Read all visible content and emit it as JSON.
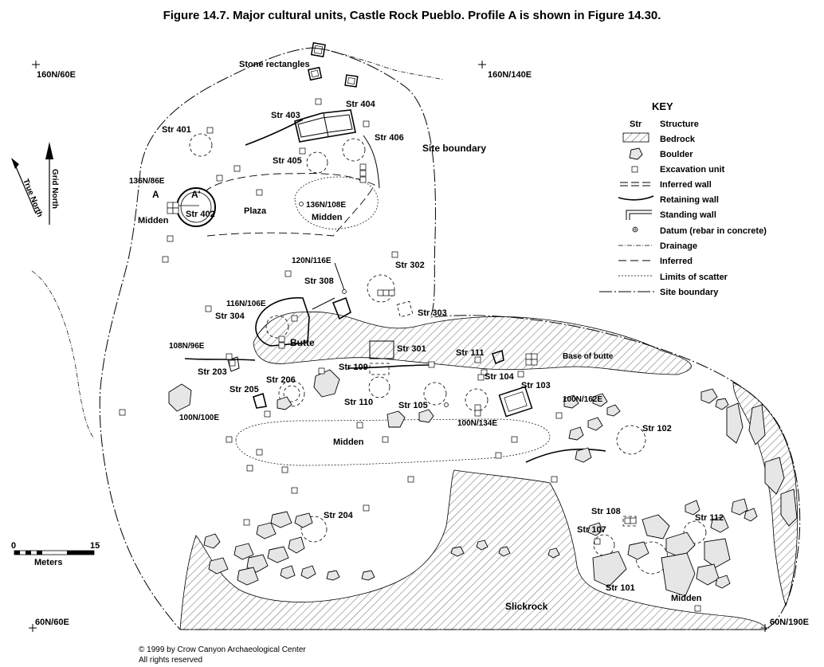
{
  "title": "Figure 14.7.  Major cultural units, Castle Rock Pueblo.  Profile A is shown in Figure 14.30.",
  "corners": {
    "nw": "160N/60E",
    "ne": "160N/140E",
    "sw": "60N/60E",
    "se": "60N/190E"
  },
  "north_arrows": {
    "true_north": "True North",
    "grid_north": "Grid North"
  },
  "scale_bar": {
    "start": "0",
    "end": "15",
    "unit": "Meters"
  },
  "key": {
    "heading": "KEY",
    "str_abbrev": "Str",
    "items": [
      "Structure",
      "Bedrock",
      "Boulder",
      "Excavation unit",
      "Inferred wall",
      "Retaining wall",
      "Standing wall",
      "Datum (rebar in concrete)",
      "Drainage",
      "Inferred",
      "Limits of scatter",
      "Site boundary"
    ]
  },
  "labels": {
    "stone_rectangles": "Stone rectangles",
    "site_boundary": "Site boundary",
    "plaza": "Plaza",
    "midden_1": "Midden",
    "midden_2": "Midden",
    "midden_3": "Midden",
    "midden_4": "Midden",
    "butte": "Butte",
    "base_of_butte": "Base of butte",
    "slickrock": "Slickrock",
    "profile_a": "A",
    "profile_a_prime": "A'"
  },
  "datums": {
    "d136n86e": "136N/86E",
    "d136n108e": "136N/108E",
    "d120n116e": "120N/116E",
    "d116n106e": "116N/106E",
    "d108n96e": "108N/96E",
    "d100n100e": "100N/100E",
    "d100n134e": "100N/134E",
    "d100n162e": "100N/162E"
  },
  "structures": {
    "s401": "Str 401",
    "s402": "Str 402",
    "s403": "Str 403",
    "s404": "Str 404",
    "s405": "Str 405",
    "s406": "Str 406",
    "s302": "Str 302",
    "s303": "Str 303",
    "s304": "Str 304",
    "s308": "Str 308",
    "s301": "Str 301",
    "s111": "Str 111",
    "s109": "Str 109",
    "s110": "Str 110",
    "s105": "Str 105",
    "s104": "Str 104",
    "s103": "Str 103",
    "s102": "Str 102",
    "s203": "Str 203",
    "s205": "Str 205",
    "s206": "Str 206",
    "s204": "Str 204",
    "s108": "Str 108",
    "s107": "Str 107",
    "s112": "Str 112",
    "s101": "Str 101"
  },
  "copyright": {
    "line1": "© 1999 by Crow Canyon Archaeological Center",
    "line2": "All rights reserved"
  }
}
